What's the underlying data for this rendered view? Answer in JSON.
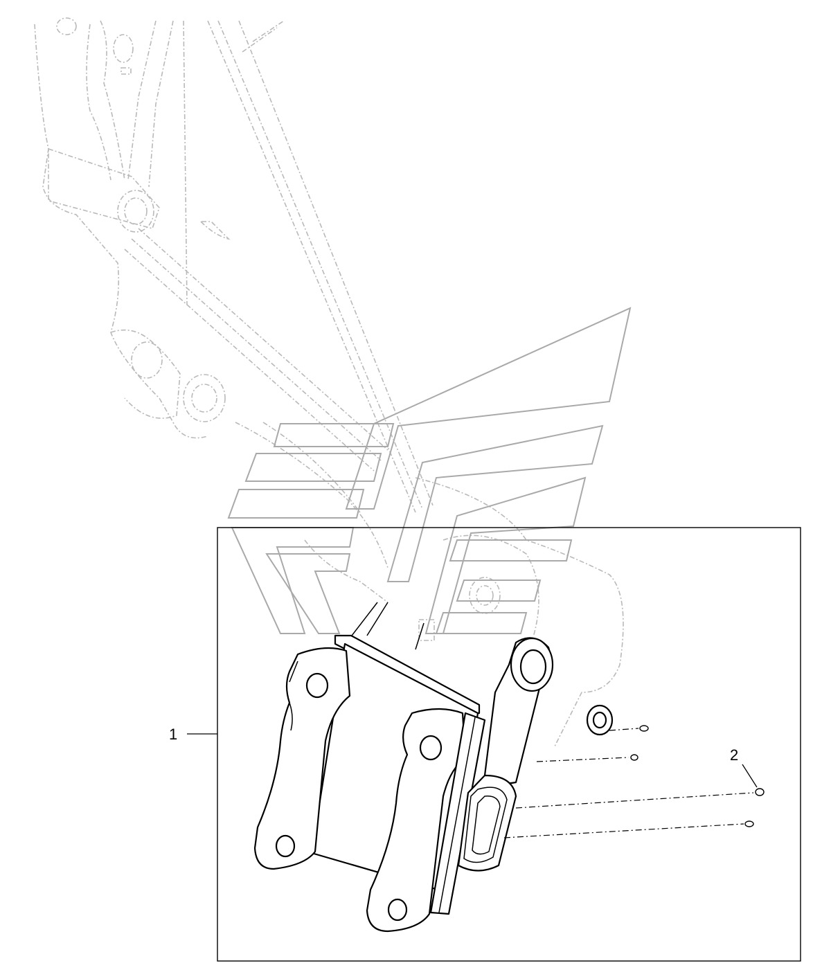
{
  "callouts": [
    {
      "id": "1",
      "label": "1"
    },
    {
      "id": "2",
      "label": "2"
    }
  ],
  "colors": {
    "ink": "#000000",
    "ghost_lines": "#b9b9b9",
    "watermark": "#a9a9a9",
    "background": "#ffffff"
  }
}
